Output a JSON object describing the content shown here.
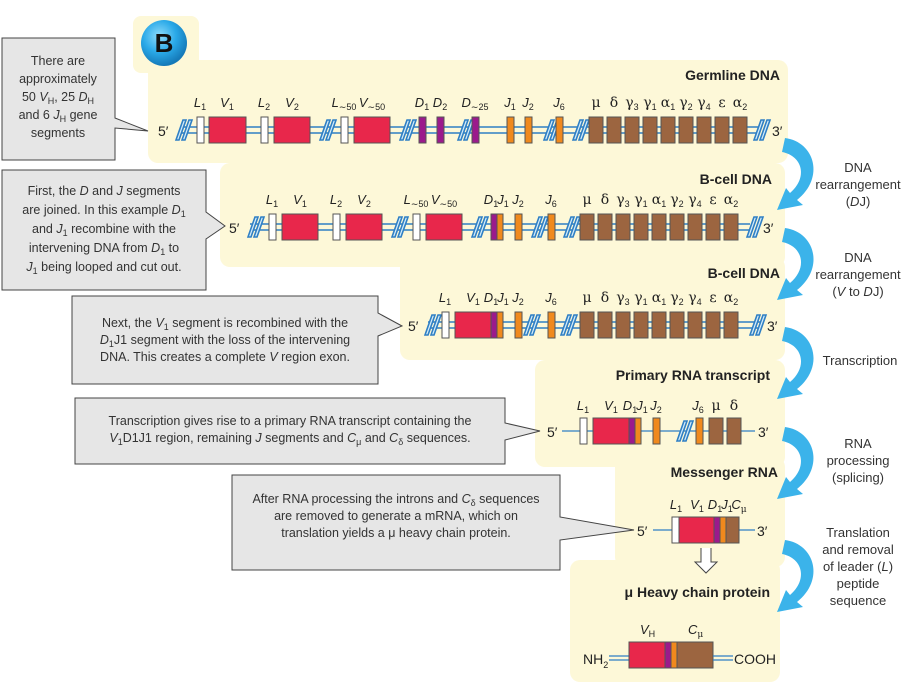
{
  "badge": {
    "letter": "B"
  },
  "colors": {
    "panel": "#fdf8d8",
    "callout": "#e6e6e6",
    "V_segment": "#e8274b",
    "D_segment": "#9b1a8c",
    "J_segment": "#f0891d",
    "C_segment": "#9c6540",
    "L_segment": "#ffffff",
    "dna_line": "#2f7fc4",
    "step_arrow": "#3bb3ea"
  },
  "panels": [
    {
      "id": "germline",
      "title": "Germline DNA",
      "five": "5′",
      "three": "3′",
      "labels": [
        "L1",
        "V1",
        "L2",
        "V2",
        "L~50",
        "V~50",
        "D1",
        "D2",
        "D~25",
        "J1",
        "J2",
        "J6",
        "μ",
        "δ",
        "γ3",
        "γ1",
        "α1",
        "γ2",
        "γ4",
        "ε",
        "α2"
      ]
    },
    {
      "id": "bcell-dj",
      "title": "B-cell DNA",
      "five": "5′",
      "three": "3′",
      "labels": [
        "L1",
        "V1",
        "L2",
        "V2",
        "L~50",
        "V~50",
        "D1",
        "J1",
        "J2",
        "J6",
        "μ",
        "δ",
        "γ3",
        "γ1",
        "α1",
        "γ2",
        "γ4",
        "ε",
        "α2"
      ]
    },
    {
      "id": "bcell-vdj",
      "title": "B-cell DNA",
      "five": "5′",
      "three": "3′",
      "labels": [
        "L1",
        "V1",
        "D1",
        "J1",
        "J2",
        "J6",
        "μ",
        "δ",
        "γ3",
        "γ1",
        "α1",
        "γ2",
        "γ4",
        "ε",
        "α2"
      ]
    },
    {
      "id": "primary-rna",
      "title": "Primary RNA transcript",
      "five": "5′",
      "three": "3′",
      "labels": [
        "L1",
        "V1",
        "D1",
        "J1",
        "J2",
        "J6",
        "μ",
        "δ"
      ]
    },
    {
      "id": "mrna",
      "title": "Messenger RNA",
      "five": "5′",
      "three": "3′",
      "labels": [
        "L1",
        "V1",
        "D1",
        "J1",
        "Cμ"
      ]
    },
    {
      "id": "protein",
      "title": "μ Heavy chain protein",
      "left_end": "NH2",
      "right_end": "COOH",
      "labels": [
        "VH",
        "Cμ"
      ]
    }
  ],
  "callouts": [
    {
      "lines": [
        "There are",
        "approximately",
        "50 VH, 25 DH",
        "and 6 JH gene",
        "segments"
      ]
    },
    {
      "lines": [
        "First, the D and J segments",
        "are joined. In this example D1",
        "and J1 recombine with the",
        "intervening DNA from D1 to",
        "J1 being looped and cut out."
      ]
    },
    {
      "lines": [
        "Next, the V1 segment is recombined with the",
        "D1J1 segment with the loss of the intervening",
        "DNA. This creates a complete V region exon."
      ]
    },
    {
      "lines": [
        "Transcription gives rise to a primary RNA transcript containing the",
        "V1D1J1 region, remaining J segments and Cμ and Cδ sequences."
      ]
    },
    {
      "lines": [
        "After RNA processing the introns and Cδ sequences",
        "are removed to generate a mRNA, which on",
        "translation yields a μ heavy chain protein."
      ]
    }
  ],
  "steps": [
    {
      "lines": [
        "DNA",
        "rearrangement",
        "(DJ)"
      ]
    },
    {
      "lines": [
        "DNA",
        "rearrangement",
        "(V to DJ)"
      ]
    },
    {
      "lines": [
        "Transcription"
      ]
    },
    {
      "lines": [
        "RNA",
        "processing",
        "(splicing)"
      ]
    },
    {
      "lines": [
        "Translation",
        "and removal",
        "of leader (L)",
        "peptide",
        "sequence"
      ]
    }
  ]
}
